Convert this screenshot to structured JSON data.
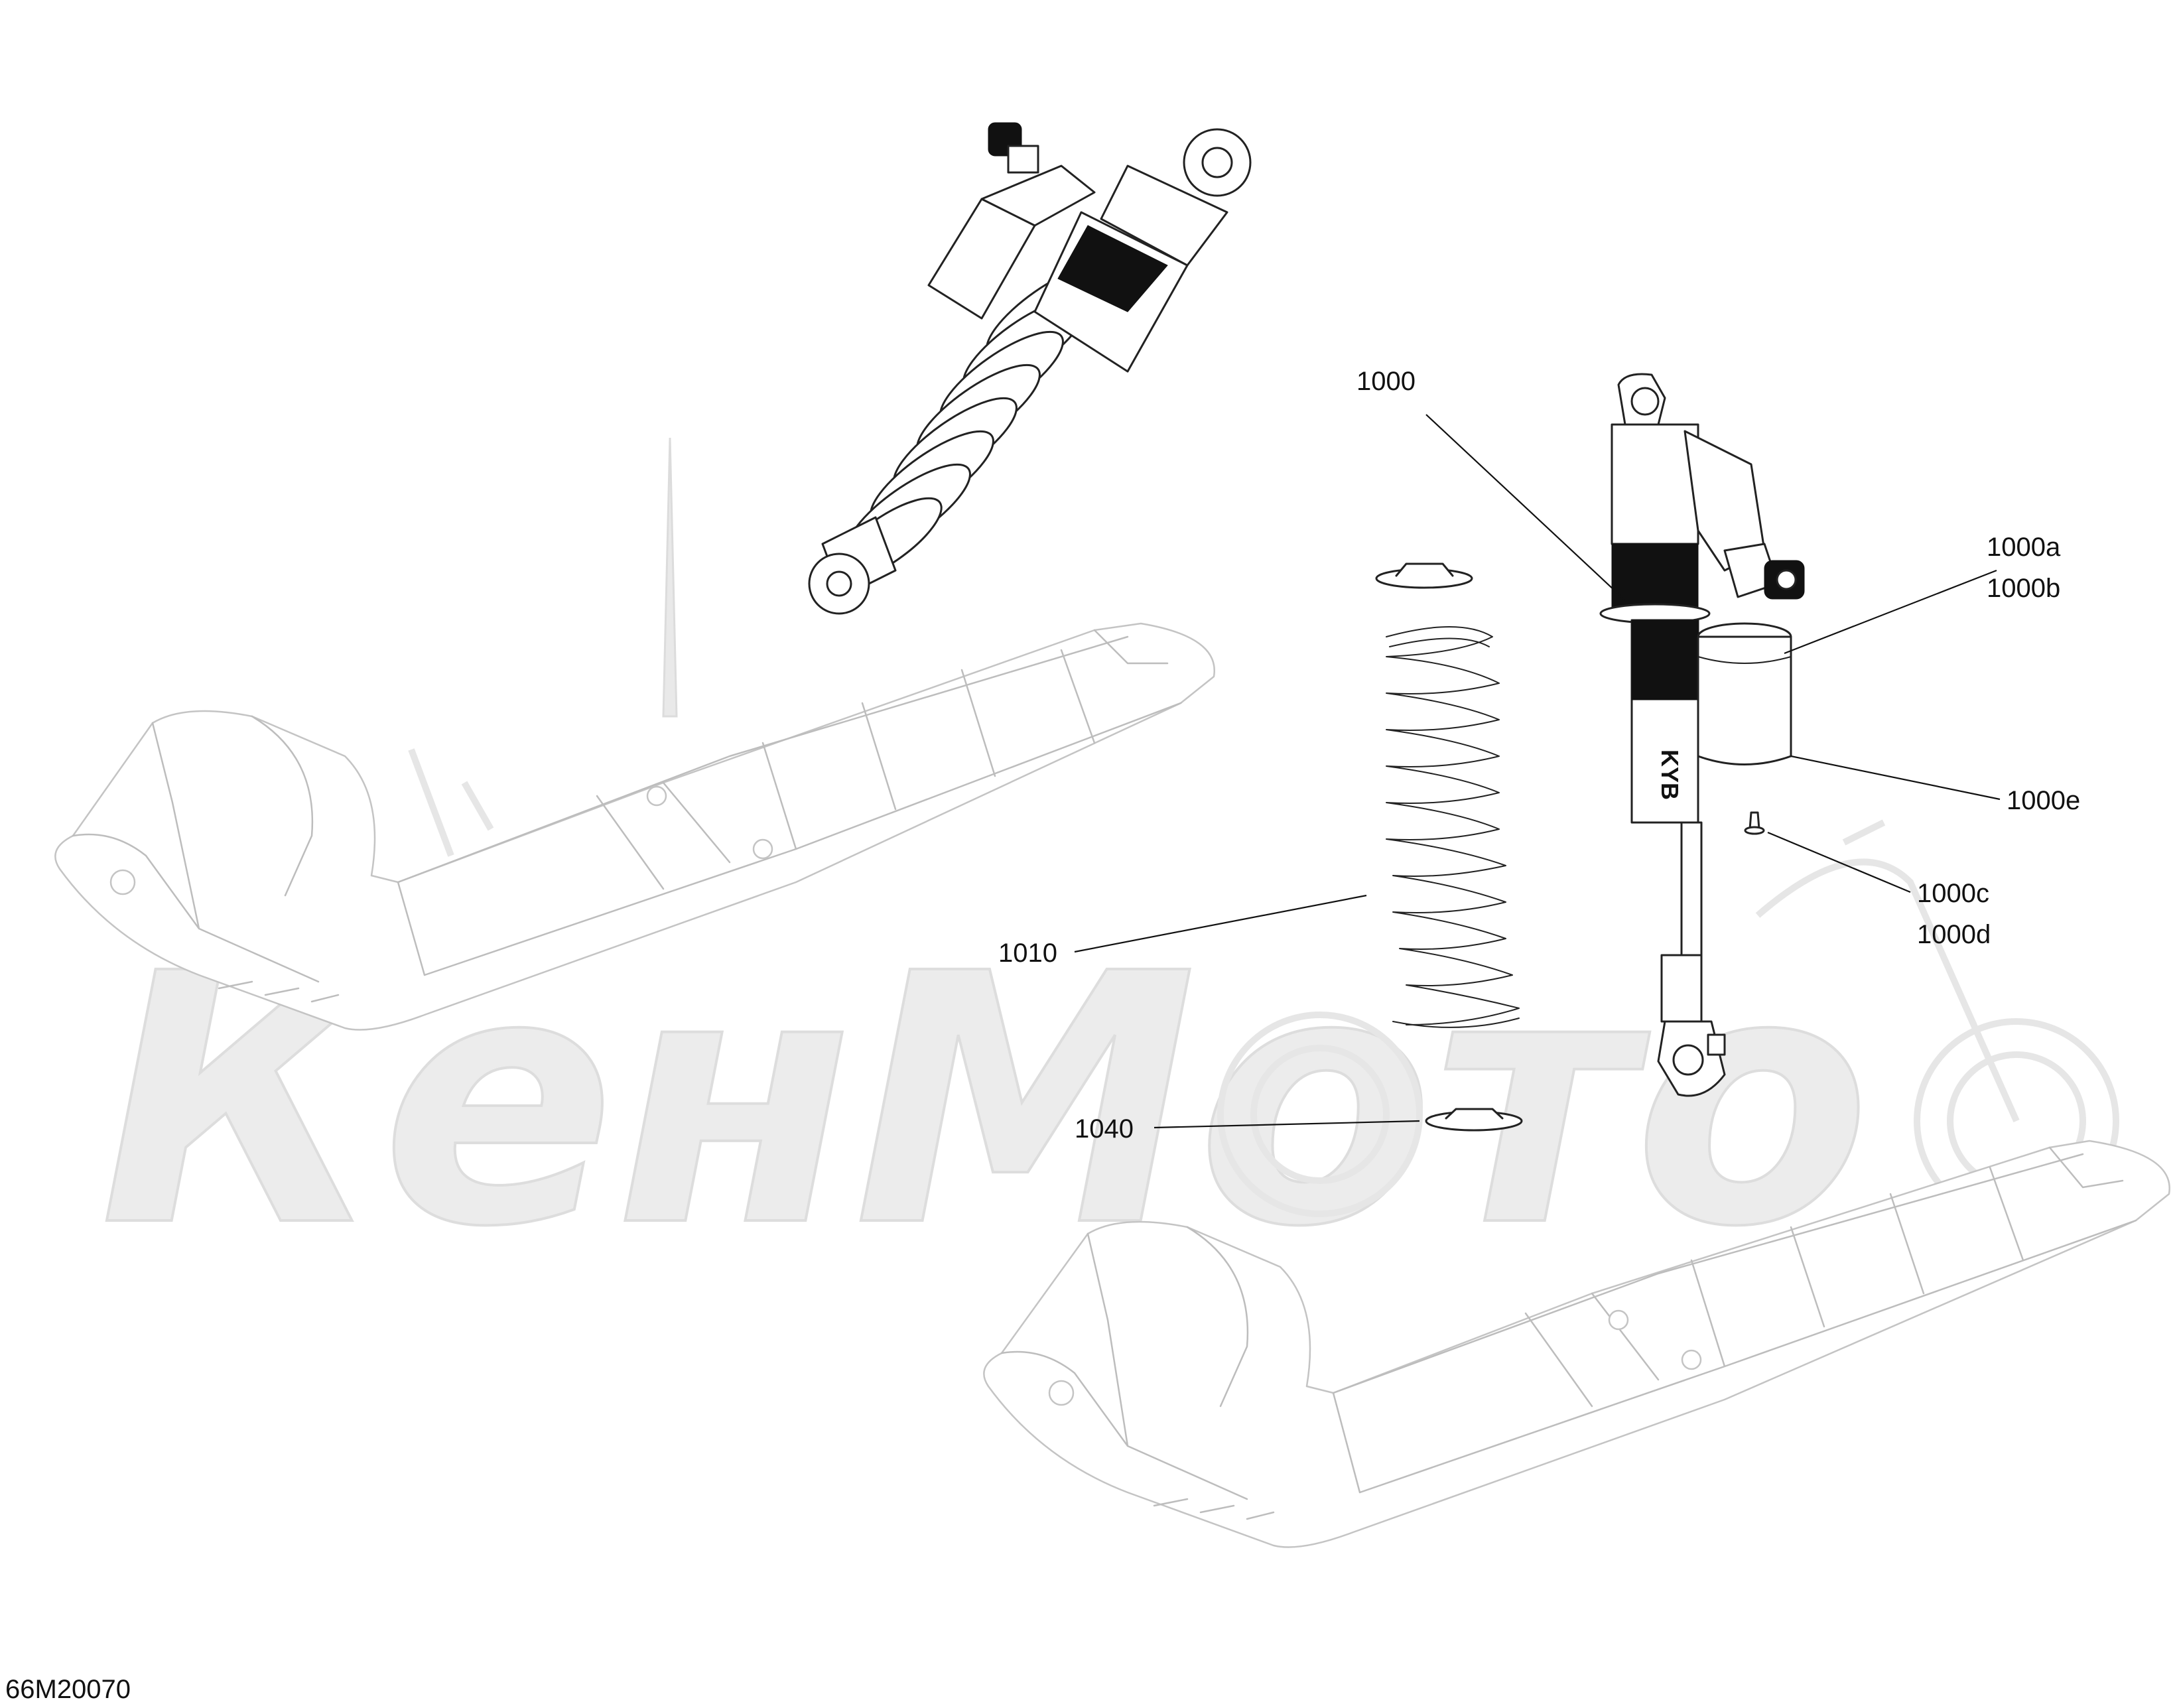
{
  "diagram": {
    "callouts": [
      {
        "id": "1000",
        "text": "1000"
      },
      {
        "id": "1000a",
        "text": "1000a"
      },
      {
        "id": "1000b",
        "text": "1000b"
      },
      {
        "id": "1000e",
        "text": "1000e"
      },
      {
        "id": "1000c",
        "text": "1000c"
      },
      {
        "id": "1000d",
        "text": "1000d"
      },
      {
        "id": "1010",
        "text": "1010"
      },
      {
        "id": "1040",
        "text": "1040"
      }
    ],
    "figure_code": "66M20070",
    "watermark": "КенМото",
    "shock_brand": "KYB"
  }
}
